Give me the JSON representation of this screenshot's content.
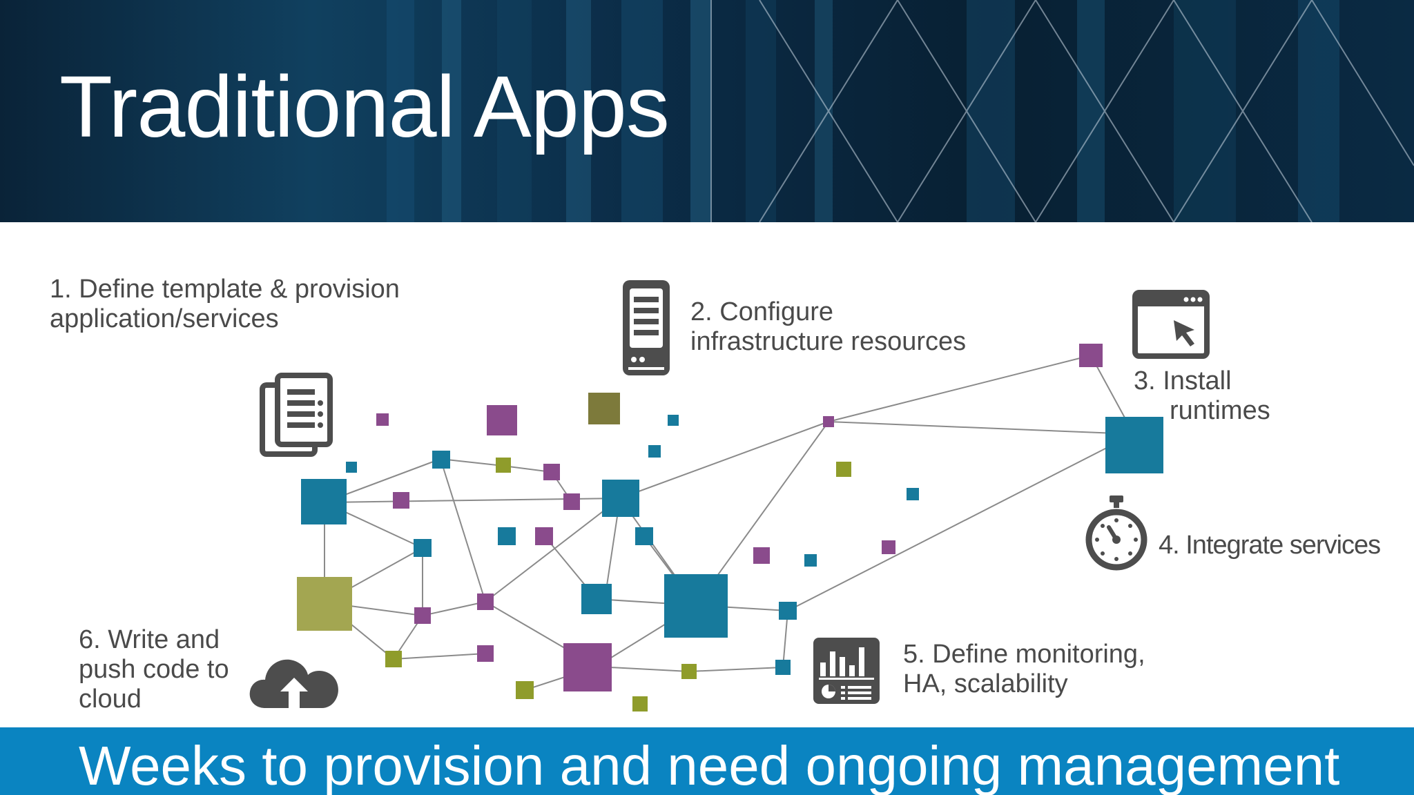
{
  "title": "Traditional Apps",
  "steps": [
    {
      "id": "step-1",
      "lines": [
        "1.  Define template & provision",
        "application/services"
      ]
    },
    {
      "id": "step-2",
      "lines": [
        "2.  Configure",
        "infrastructure resources"
      ]
    },
    {
      "id": "step-3",
      "lines": [
        "3.  Install",
        "runtimes"
      ]
    },
    {
      "id": "step-4",
      "lines": [
        "4.  Integrate services"
      ]
    },
    {
      "id": "step-5",
      "lines": [
        "5.  Define monitoring,",
        "HA, scalability"
      ]
    },
    {
      "id": "step-6",
      "lines": [
        "6.  Write and",
        "push code to",
        "cloud"
      ]
    }
  ],
  "footer": "Weeks to provision and need ongoing management",
  "colors": {
    "banner": "#0b2c47",
    "footer": "#0a84c1",
    "teal": "#177a9c",
    "purple": "#8a4b8c",
    "olive": "#a3a651",
    "lime": "#8f9c2b",
    "icon": "#4d4d4d",
    "text": "#4a4a4a"
  },
  "icons": [
    "document-stack-icon",
    "server-icon",
    "browser-cursor-icon",
    "stopwatch-icon",
    "dashboard-chart-icon",
    "cloud-upload-icon"
  ]
}
